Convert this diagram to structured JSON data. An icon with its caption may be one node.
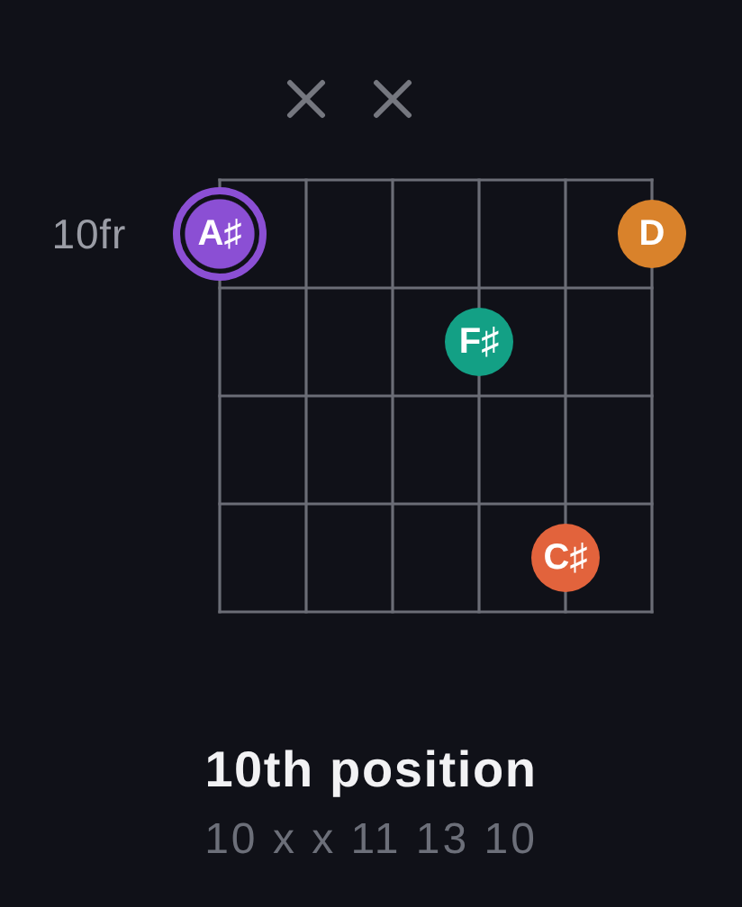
{
  "diagram": {
    "title": "10th position",
    "nodes": [
      {
        "text": [
          "A♯"
        ]
      },
      {
        "text": [
          "D"
        ]
      },
      {
        "text": [
          "F♯"
        ]
      },
      {
        "text": [
          "C♯"
        ]
      }
    ],
    "labels": [
      "10fr",
      "10 x x 11 13 10"
    ]
  }
}
